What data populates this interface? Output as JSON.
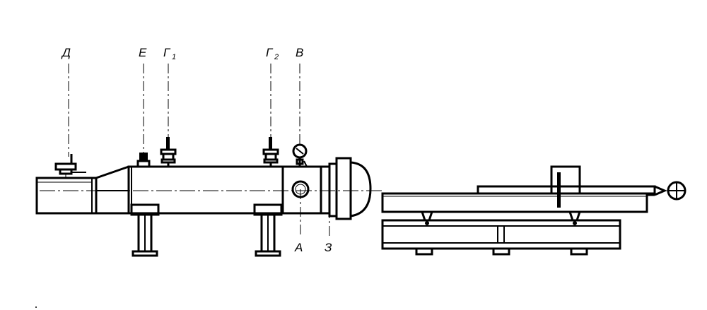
{
  "labels": {
    "d": "Д",
    "e": "Е",
    "g1": "Г",
    "g1_sub": "1",
    "g2": "Г",
    "g2_sub": "2",
    "v": "В",
    "a": "А",
    "z": "З"
  }
}
